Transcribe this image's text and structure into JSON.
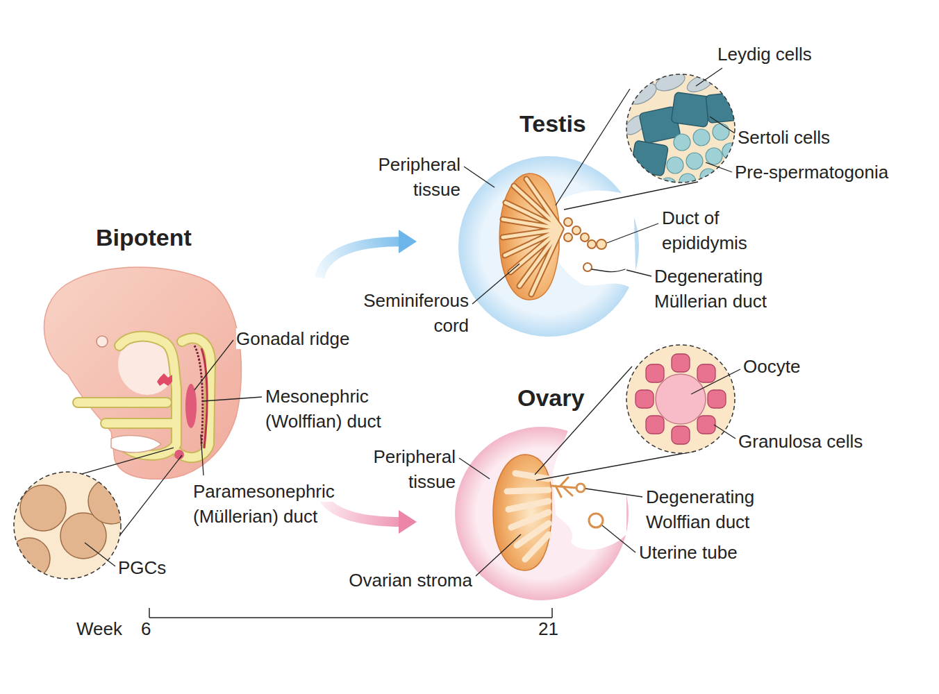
{
  "diagram": {
    "nodes": [
      {
        "text": [
          "Bipotent"
        ]
      },
      {
        "text": [
          "Testis"
        ]
      },
      {
        "text": [
          "Ovary"
        ]
      }
    ],
    "edges": [
      {
        "from": 0,
        "to": 1,
        "arrow": "to"
      },
      {
        "from": 0,
        "to": 2,
        "arrow": "to"
      }
    ],
    "labels": [
      "Leydig cells",
      "Sertoli cells",
      "Pre-spermatogonia",
      "Peripheral tissue",
      "Duct of epididymis",
      "Degenerating Müllerian duct",
      "Seminiferous cord",
      "Gonadal ridge",
      "Mesonephric (Wolffian) duct",
      "Paramesonephric (Müllerian) duct",
      "PGCs",
      "Oocyte",
      "Granulosa cells",
      "Peripheral tissue",
      "Degenerating Wolffian duct",
      "Uterine tube",
      "Ovarian stroma",
      "Week",
      "6",
      "21"
    ]
  }
}
